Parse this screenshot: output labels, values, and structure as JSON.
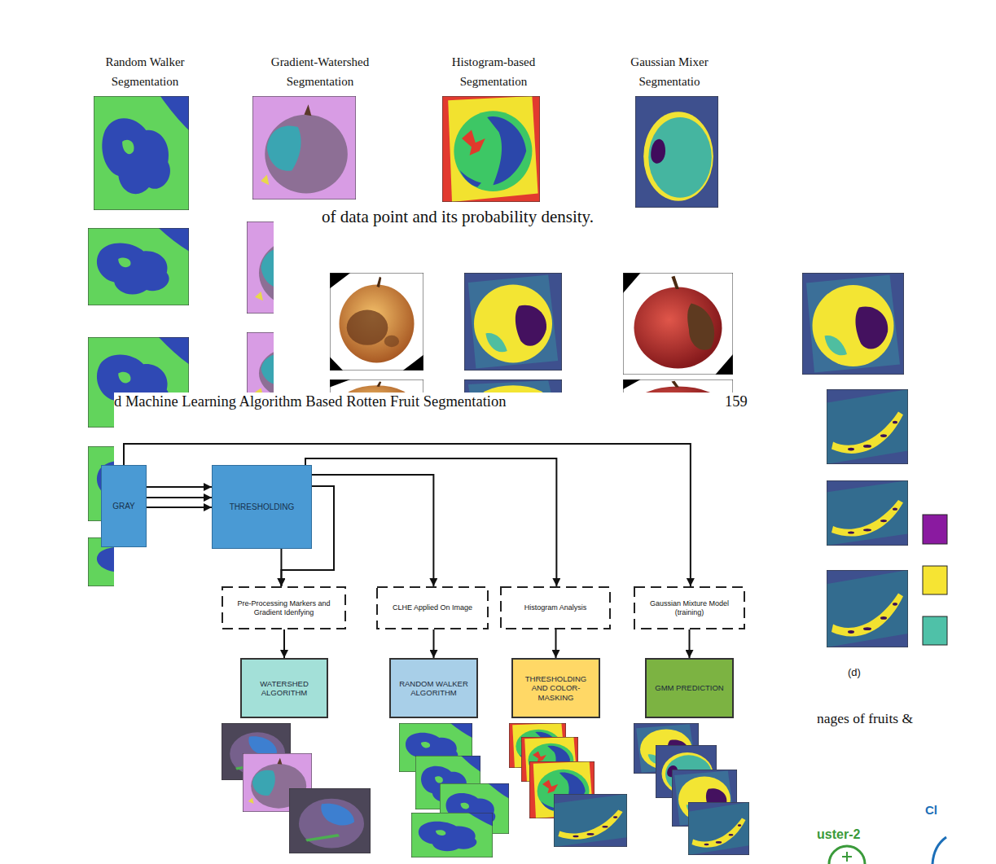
{
  "diagram": {
    "nodes": [
      {
        "text": [
          "GRAY"
        ]
      },
      {
        "text": [
          "THRESHOLDING"
        ]
      },
      {
        "text": [
          "Pre-Processing Markers and Gradient Idenfying"
        ]
      },
      {
        "text": [
          "CLHE Applied On Image"
        ]
      },
      {
        "text": [
          "Histogram Analysis"
        ]
      },
      {
        "text": [
          "Gaussian Mixture Model (training)"
        ]
      },
      {
        "text": [
          "WATERSHED ALGORITHM"
        ]
      },
      {
        "text": [
          "RANDOM WALKER ALGORITHM"
        ]
      },
      {
        "text": [
          "THRESHOLDING AND COLOR-MASKING"
        ]
      },
      {
        "text": [
          "GMM PREDICTION"
        ]
      }
    ],
    "edges": [
      {
        "from": 0,
        "to": 1,
        "arrow": "to"
      },
      {
        "from": 0,
        "to": 1,
        "arrow": "to"
      },
      {
        "from": 0,
        "to": 1,
        "arrow": "to"
      },
      {
        "from": 0,
        "to": 5,
        "arrow": "to"
      },
      {
        "from": 1,
        "to": 2,
        "arrow": "to"
      },
      {
        "from": 1,
        "to": 2,
        "arrow": "to"
      },
      {
        "from": 1,
        "to": 3,
        "arrow": "to"
      },
      {
        "from": 1,
        "to": 4,
        "arrow": "to"
      },
      {
        "from": 2,
        "to": 6,
        "arrow": "to"
      },
      {
        "from": 3,
        "to": 7,
        "arrow": "to"
      },
      {
        "from": 4,
        "to": 8,
        "arrow": "to"
      },
      {
        "from": 5,
        "to": 9,
        "arrow": "to"
      }
    ],
    "labels": [
      "Random Walker Segmentation",
      "Gradient-Watershed Segmentation",
      "Histogram-based Segmentation",
      "Gaussian Mixer Segmentatio",
      "of data point and its probability density.",
      "d Machine Learning Algorithm Based Rotten Fruit Segmentation",
      "159",
      "(d)",
      "nages of fruits &",
      "uster-2",
      "Cl"
    ]
  }
}
